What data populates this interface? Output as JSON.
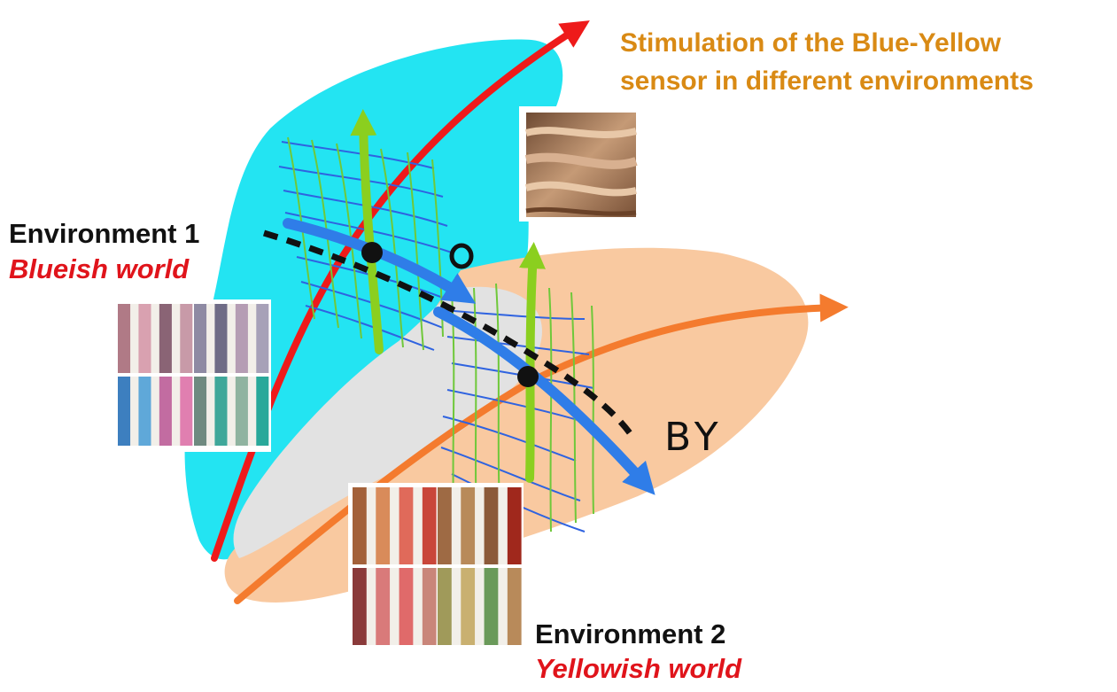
{
  "title": {
    "line1": "Stimulation of the Blue-Yellow",
    "line2": "sensor in different environments"
  },
  "environment_1": {
    "name": "Environment 1",
    "subtitle": "Blueish world",
    "swatches": [
      [
        "#b07a86",
        "#d9a1b0",
        "#8a6475",
        "#c89aa8"
      ],
      [
        "#8e8aa3",
        "#6f6c86",
        "#b59db4",
        "#a7a1b8"
      ],
      [
        "#3d7fbf",
        "#5fa8d9",
        "#c26ca1",
        "#e07fb0"
      ],
      [
        "#6f8a80",
        "#3fa79a",
        "#8fb3a0",
        "#29a89a"
      ]
    ]
  },
  "environment_2": {
    "name": "Environment 2",
    "subtitle": "Yellowish world",
    "swatches": [
      [
        "#a3613a",
        "#d98b5a",
        "#e06a5a",
        "#c9463a"
      ],
      [
        "#9e6a44",
        "#b88a5a",
        "#8c5a3a",
        "#a0281c"
      ],
      [
        "#8a3a3a",
        "#d97a7a",
        "#e06a6a",
        "#c9867a"
      ],
      [
        "#a09a5a",
        "#c9b070",
        "#6a9a5a",
        "#b88a5a"
      ]
    ]
  },
  "axis_label": "BY",
  "origin_label": "o",
  "colors": {
    "blue_region": "#23e4f2",
    "orange_region": "#f9c9a0",
    "overlap_region": "#e2e2e2",
    "red_axis": "#ee1a1a",
    "orange_axis": "#f47b2e",
    "blue_arrow": "#2f7de8",
    "green_arrow": "#8bcf1f",
    "grid_blue": "#2f63e0",
    "grid_green": "#6fc83a"
  }
}
